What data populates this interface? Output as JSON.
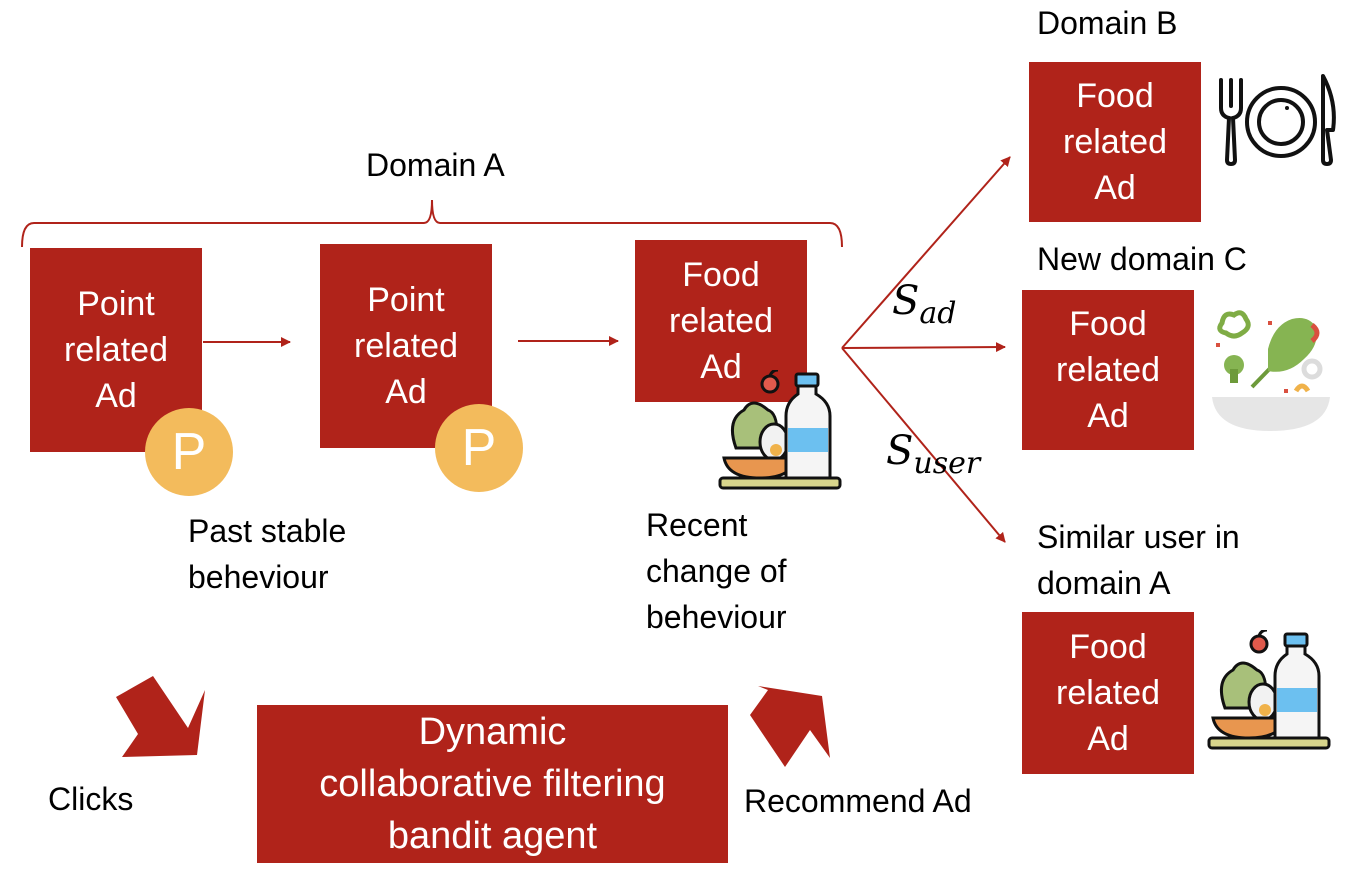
{
  "domain_a_label": "Domain A",
  "domain_b_label": "Domain B",
  "domain_c_label": "New domain C",
  "similar_user_label": "Similar user in\ndomain A",
  "past_behaviour_label": "Past stable\nbeheviour",
  "recent_change_label": "Recent\nchange of\nbeheviour",
  "clicks_label": "Clicks",
  "recommend_label": "Recommend Ad",
  "agent_box": "Dynamic\ncollaborative filtering\nbandit agent",
  "ad_boxes": {
    "point_1": "Point\nrelated\nAd",
    "point_2": "Point\nrelated\nAd",
    "food_a": "Food\nrelated\nAd",
    "food_b": "Food\nrelated\nAd",
    "food_c": "Food\nrelated\nAd",
    "food_similar": "Food\nrelated\nAd"
  },
  "badge_letter": "P",
  "s_ad": {
    "base": "S",
    "sub": "ad"
  },
  "s_user": {
    "base": "S",
    "sub": "user"
  },
  "icons": {
    "salad_bottle": "salad-and-water-bottle",
    "cutlery": "plate-fork-knife",
    "salad_bowl": "salad-bowl"
  },
  "colors": {
    "box": "#b0231a",
    "badge": "#f3bb5c",
    "line": "#b0231a"
  }
}
